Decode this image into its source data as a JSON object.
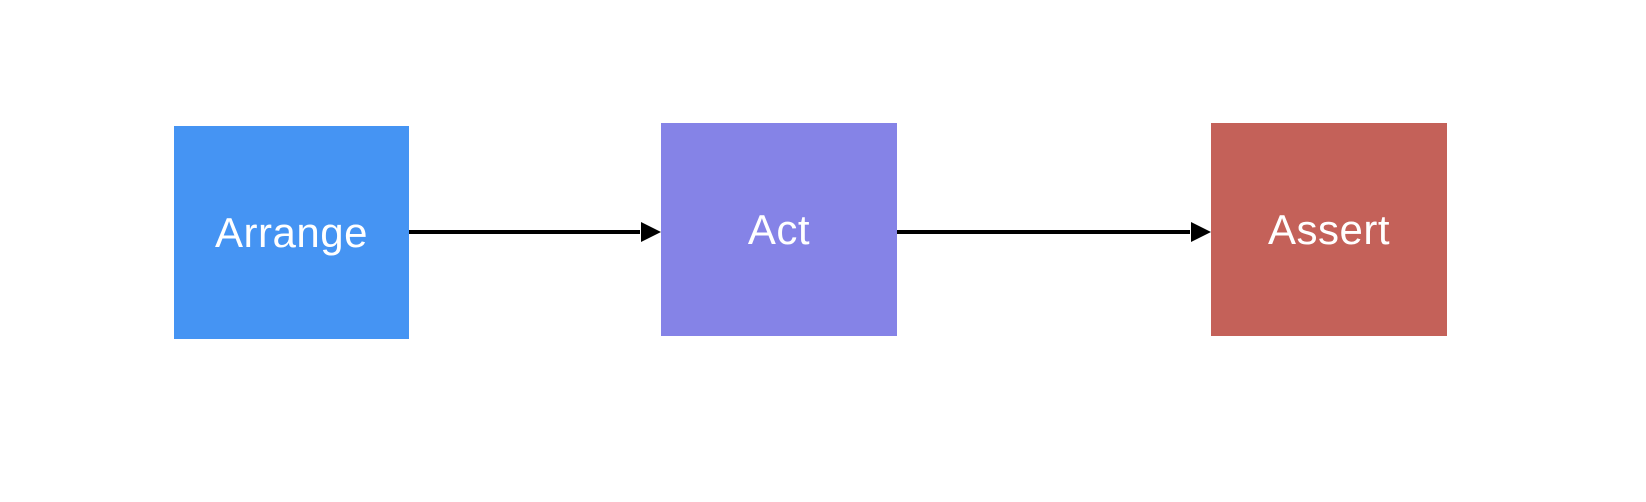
{
  "diagram": {
    "type": "flow",
    "nodes": [
      {
        "id": "arrange",
        "label": "Arrange",
        "color": "#4594F3"
      },
      {
        "id": "act",
        "label": "Act",
        "color": "#8583E7"
      },
      {
        "id": "assert",
        "label": "Assert",
        "color": "#C46159"
      }
    ],
    "edges": [
      {
        "from": "arrange",
        "to": "act",
        "color": "#000000"
      },
      {
        "from": "act",
        "to": "assert",
        "color": "#000000"
      }
    ]
  }
}
